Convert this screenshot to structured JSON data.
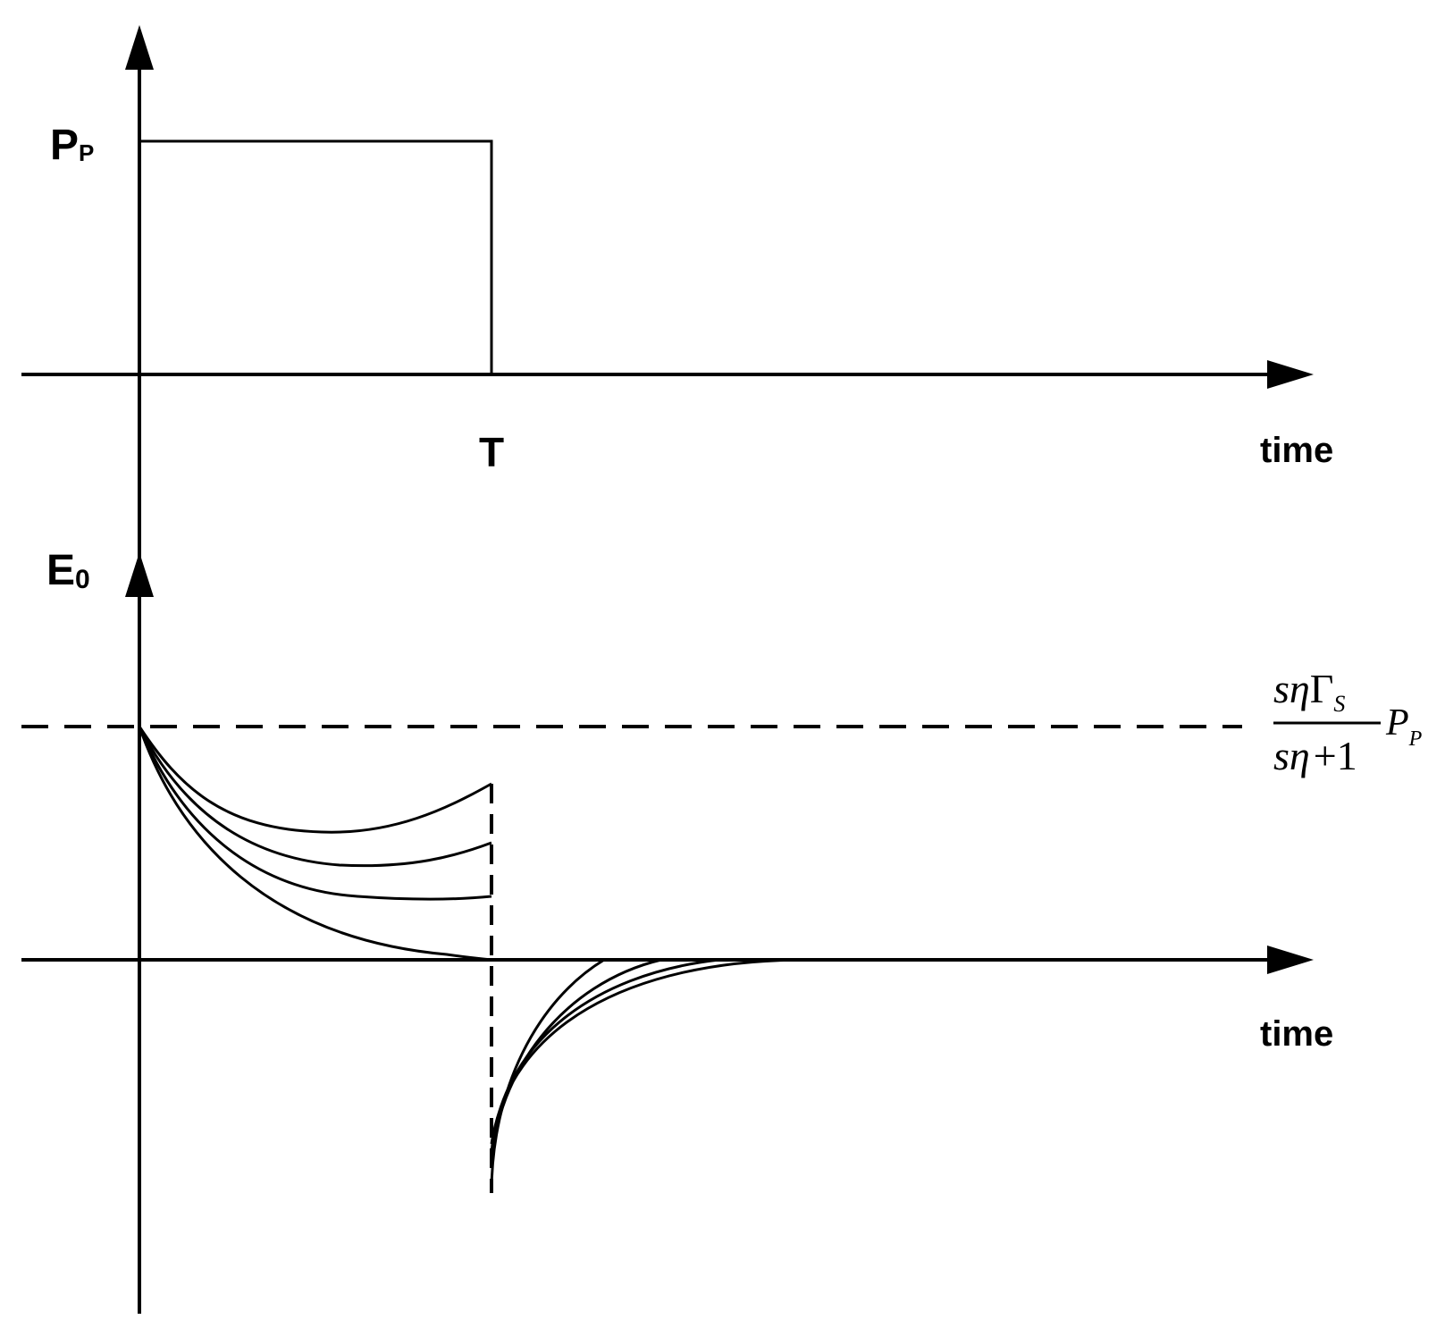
{
  "top_panel": {
    "y_label_main": "P",
    "y_label_sub": "P",
    "tick_label": "T",
    "x_label": "time"
  },
  "bottom_panel": {
    "y_label_main": "E",
    "y_label_sub": "0",
    "x_label": "time",
    "steady_state": {
      "num_s": "s",
      "num_eta": "η",
      "num_gamma": "Γ",
      "num_gamma_sub": "S",
      "den_s": "s",
      "den_eta": "η",
      "den_plus": "+",
      "den_one": "1",
      "factor_main": "P",
      "factor_sub": "P"
    }
  },
  "colors": {
    "ink": "#000000",
    "background": "#ffffff"
  }
}
